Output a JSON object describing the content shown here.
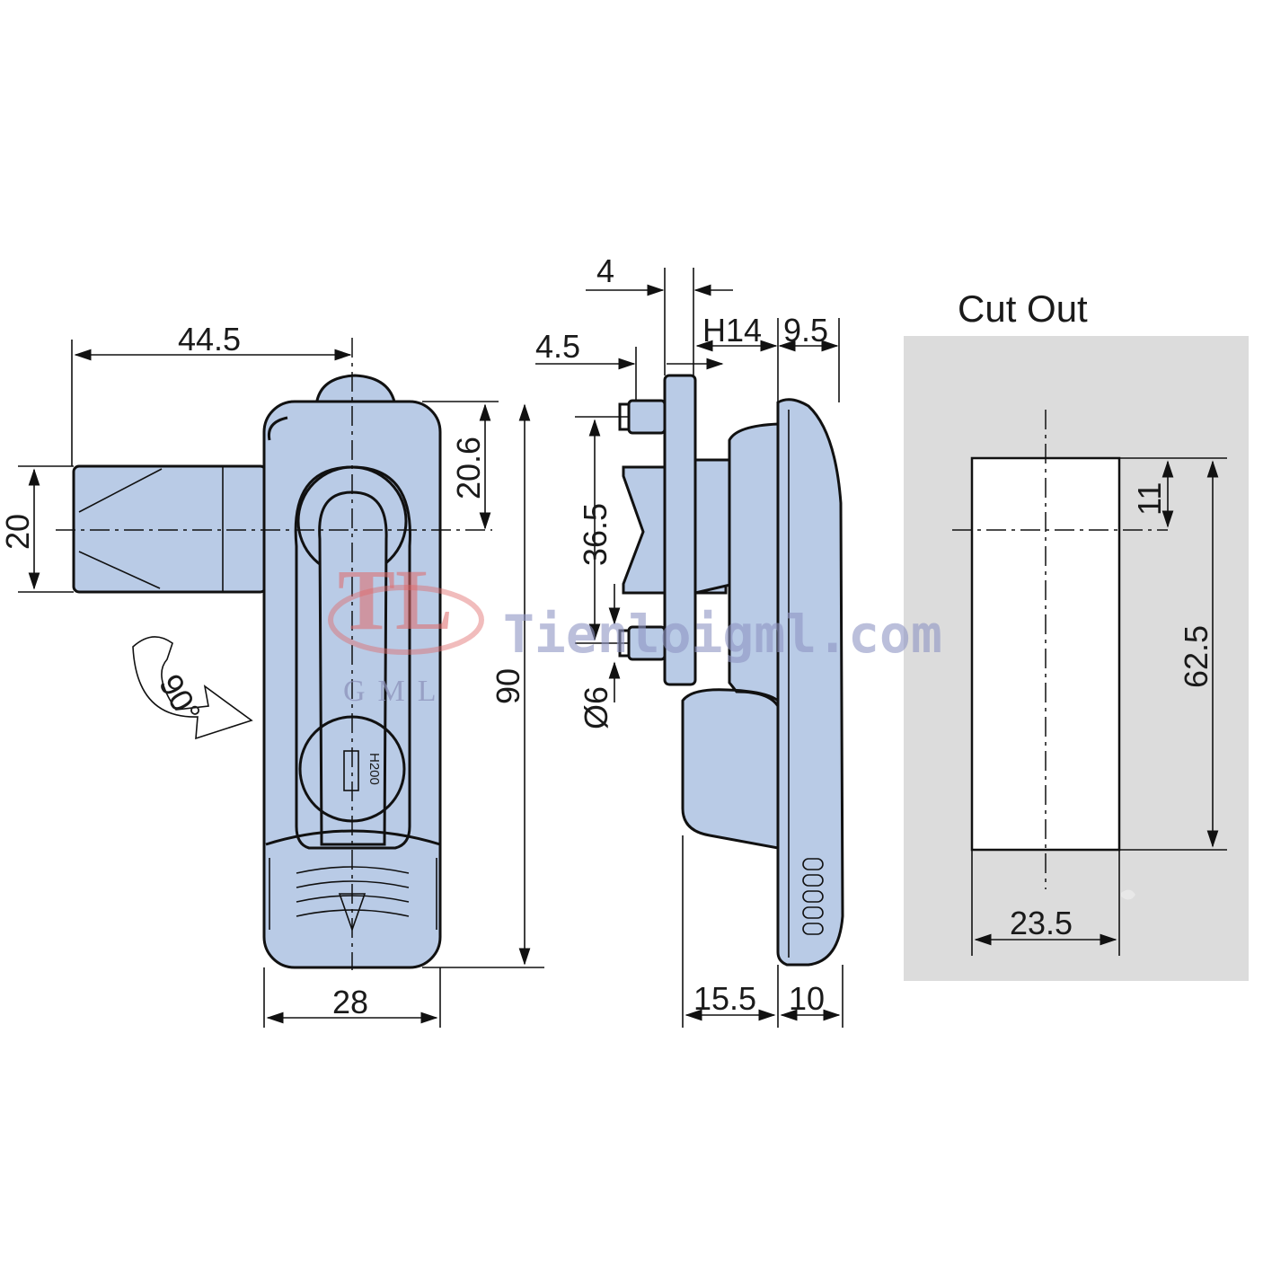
{
  "front_view": {
    "dims": {
      "width_arm": "44.5",
      "arm_height": "20",
      "top_offset": "20.6",
      "total_height": "90",
      "body_width": "28"
    },
    "rotation": "90°",
    "key_code": "H200"
  },
  "side_view": {
    "dims": {
      "top_4": "4",
      "top_4_5": "4.5",
      "h14": "H14",
      "w9_5": "9.5",
      "pitch": "36.5",
      "diameter": "Ø6",
      "depth": "15.5",
      "face": "10"
    }
  },
  "cut_out": {
    "title": "Cut Out",
    "dims": {
      "top_offset": "11",
      "height": "62.5",
      "width": "23.5"
    }
  },
  "watermark": {
    "logo_text": "TL",
    "logo_sub": "GML",
    "url": "Tienloigml.com"
  },
  "colors": {
    "part_fill": "#b9cbe6",
    "panel_bg": "#dcdcdc",
    "watermark_red": "#e06a6a"
  }
}
